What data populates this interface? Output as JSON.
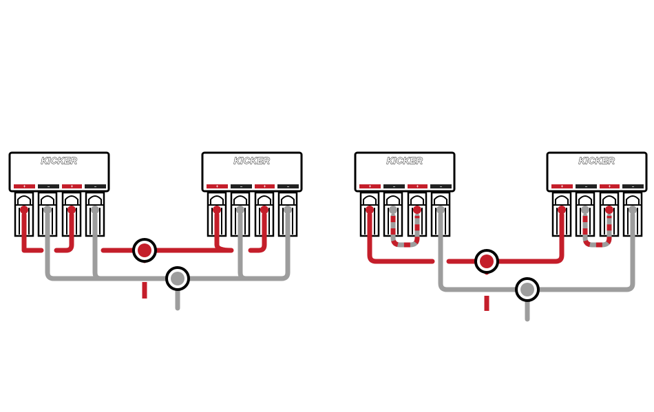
{
  "brand": "KICKER",
  "colors": {
    "positive": "#c41e2a",
    "negative": "#9d9d9d",
    "outline": "#000000",
    "body": "#ffffff",
    "negative_tab": "#222222"
  },
  "terminal_marks": [
    "+",
    "–",
    "+",
    "–"
  ],
  "configurations": [
    {
      "jumper_style": "solid"
    },
    {
      "jumper_style": "dashed"
    }
  ]
}
